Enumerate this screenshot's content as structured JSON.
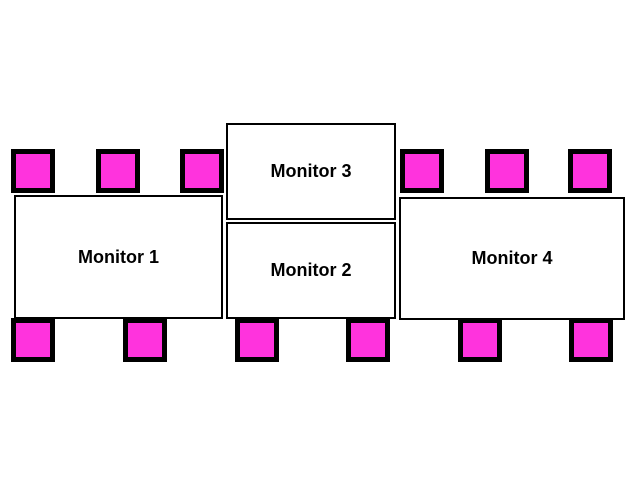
{
  "colors": {
    "background": "#ffffff",
    "monitor_fill": "#ffffff",
    "line": "#000000",
    "handle_fill": "#ff33dd"
  },
  "monitors": {
    "m1": {
      "label": "Monitor 1"
    },
    "m2": {
      "label": "Monitor 2"
    },
    "m3": {
      "label": "Monitor 3"
    },
    "m4": {
      "label": "Monitor 4"
    }
  }
}
